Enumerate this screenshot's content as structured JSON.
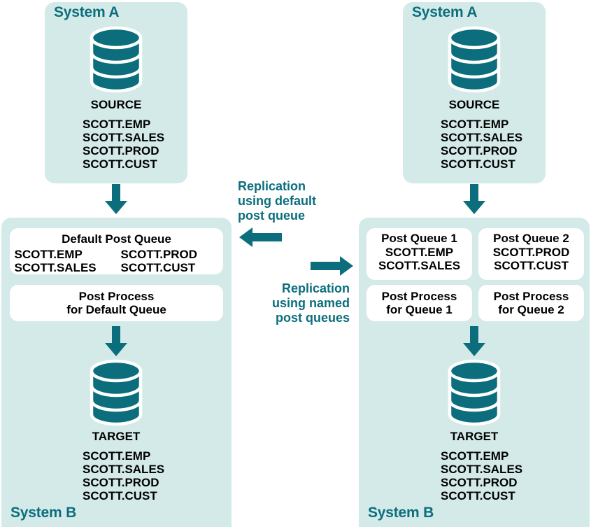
{
  "colors": {
    "teal": "#0c6e7d",
    "panel_bg": "#d3eae9",
    "card_bg": "#ffffff",
    "text": "#000000"
  },
  "left_scenario": {
    "source_system_label": "System A",
    "target_system_label": "System B",
    "source_caption": "SOURCE",
    "source_tables": [
      "SCOTT.EMP",
      "SCOTT.SALES",
      "SCOTT.PROD",
      "SCOTT.CUST"
    ],
    "default_queue": {
      "title": "Default Post Queue",
      "tables": [
        "SCOTT.EMP",
        "SCOTT.PROD",
        "SCOTT.SALES",
        "SCOTT.CUST"
      ]
    },
    "post_process": {
      "line1": "Post Process",
      "line2": "for Default Queue"
    },
    "target_caption": "TARGET",
    "target_tables": [
      "SCOTT.EMP",
      "SCOTT.SALES",
      "SCOTT.PROD",
      "SCOTT.CUST"
    ]
  },
  "right_scenario": {
    "source_system_label": "System A",
    "target_system_label": "System B",
    "source_caption": "SOURCE",
    "source_tables": [
      "SCOTT.EMP",
      "SCOTT.SALES",
      "SCOTT.PROD",
      "SCOTT.CUST"
    ],
    "queue1": {
      "title": "Post Queue 1",
      "tables": [
        "SCOTT.EMP",
        "SCOTT.SALES"
      ]
    },
    "queue2": {
      "title": "Post Queue 2",
      "tables": [
        "SCOTT.PROD",
        "SCOTT.CUST"
      ]
    },
    "process1": {
      "line1": "Post Process",
      "line2": "for Queue 1"
    },
    "process2": {
      "line1": "Post Process",
      "line2": "for Queue 2"
    },
    "target_caption": "TARGET",
    "target_tables": [
      "SCOTT.EMP",
      "SCOTT.SALES",
      "SCOTT.PROD",
      "SCOTT.CUST"
    ]
  },
  "center_labels": {
    "default_replication": {
      "line1": "Replication",
      "line2": "using default",
      "line3": "post queue"
    },
    "named_replication": {
      "line1": "Replication",
      "line2": "using named",
      "line3": "post queues"
    }
  },
  "icons": {
    "database": "database-cylinder-icon",
    "arrow_down": "arrow-down-icon",
    "arrow_left": "arrow-left-icon",
    "arrow_right": "arrow-right-icon"
  }
}
